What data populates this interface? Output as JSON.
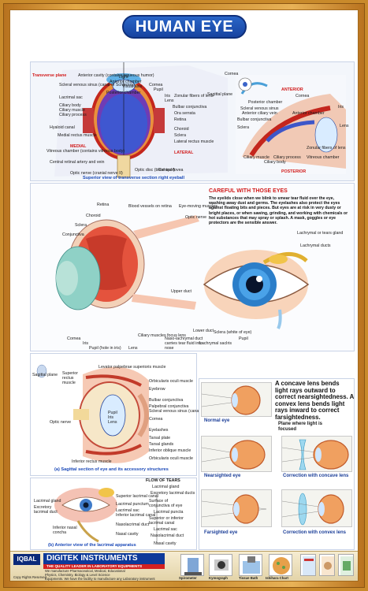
{
  "title": "HUMAN EYE",
  "panel1": {
    "transverse_plane": "Transverse plane",
    "labels_left": [
      "Anterior cavity (contains aqueous humor)",
      "Scleral venous sinus (canal of Schlemm)",
      "Lacrimal sac",
      "Ciliary body",
      "Ciliary muscle",
      "Ciliary process",
      "Hyaloid canal",
      "Medial rectus muscle",
      "Vitreous chamber (contains vitreous body)",
      "Central retinal artery and vein",
      "Optic nerve (cranial nerve II)",
      "Optic disc (blind spot)",
      "Central fovea"
    ],
    "labels_right": [
      "Light",
      "Visual axis",
      "Cornea",
      "Pupil",
      "Anterior chamber",
      "Posterior chamber",
      "Iris",
      "Lens",
      "Zonular fibers of lens",
      "Bulbar conjunctiva",
      "Ora serrata",
      "Retina",
      "Choroid",
      "Sclera",
      "Lateral rectus muscle"
    ],
    "medial": "MEDIAL",
    "lateral": "LATERAL",
    "caption": "Superior view of transverse section right eyeball",
    "sagittal_plane": "Sagittal plane",
    "anterior": "ANTERIOR",
    "posterior": "POSTERIOR",
    "right_labels": [
      "Cornea",
      "Posterior chamber",
      "Scleral venous sinus",
      "Anterior ciliary vein",
      "Bulbar conjunctiva",
      "Sclera",
      "Iris",
      "Anterior chamber",
      "Lens",
      "Zonular fibers of lens",
      "Ciliary body",
      "Ciliary muscle",
      "Ciliary process",
      "Vitreous chamber",
      "Cornea"
    ]
  },
  "panel2": {
    "heading": "CAREFUL WITH THOSE EYES",
    "paragraph": "The eyelids close when we blink to smear tear fluid over the eye, washing away dust and germs. The eyelashes also protect the eyes against floating bits and pieces. But eyes are at risk in very dusty or bright places, or when sawing, grinding, and working with chemicals or hot substances that may spray or splash. A mask, goggles or eye protectors are the sensible answer.",
    "labels": [
      "Retina",
      "Blood vessels on retina",
      "Eye-moving muscles",
      "Choroid",
      "Optic nerve",
      "Sclera",
      "Conjunctiva",
      "Lachrymal or tears gland",
      "Lachrymal ducts",
      "Upper duct",
      "Cornea",
      "Iris",
      "Pupil (hole in iris)",
      "Lens",
      "Ciliary muscles focus lens",
      "Naso-lachrymal duct carries tear fluid into nose",
      "Lower duct",
      "Sclera (white of eye)",
      "Pupil",
      "Iris",
      "Lachrymal sac"
    ]
  },
  "panel3": {
    "labels_left": [
      "Sagittal plane",
      "Superior rectus muscle",
      "Optic nerve",
      "Inferior rectus muscle"
    ],
    "labels_right": [
      "Levator palpebrae superioris muscle",
      "Orbicularis oculi muscle",
      "Eyebrow",
      "Bulbar conjunctiva",
      "Palpebral conjunctiva",
      "Scleral venous sinus (canal of Schlemm)",
      "Cornea",
      "Eyelashes",
      "Tarsal plate",
      "Tarsal glands",
      "Inferior oblique muscle",
      "Orbicularis oculi muscle"
    ],
    "inner_labels": [
      "Pupil",
      "Iris",
      "Lens"
    ],
    "caption": "(a) Sagittal section of eye and its accessory structures"
  },
  "panel4": {
    "labels_left": [
      "Lacrimal gland",
      "Excretory lacrimal duct",
      "Inferior nasal concha"
    ],
    "labels_mid": [
      "Superior lacrimal canal",
      "Lacrimal punctum",
      "Lacrimal sac",
      "Inferior lacrimal canal",
      "Nasolacrimal duct",
      "Nasal cavity"
    ],
    "flow_title": "FLOW OF TEARS",
    "flow": [
      "Lacrimal gland",
      "Excretory lacrimal ducts",
      "Surface of conjunctiva of eye",
      "Lacrimal puncta",
      "Superior or inferior lacrimal canal",
      "Lacrimal sac",
      "Nasolacrimal duct",
      "Nasal cavity"
    ],
    "caption": "(b) Anterior view of the lacrimal apparatus"
  },
  "lenses": {
    "note": "A concave lens bends light rays outward to correct nearsightedness. A convex lens bends light rays inward to correct farsightedness.",
    "plane_note": "Plane where light is focused",
    "captions": [
      "Normal eye",
      "Nearsighted eye",
      "Correction with concave lens",
      "Farsighted eye",
      "Correction with convex lens"
    ]
  },
  "footer": {
    "brand_box": "IQBAL",
    "brand_name": "DIGITEK INSTRUMENTS",
    "tagline": "THE QUALITY LEADER IN LABORATORY EQUIPMENTS",
    "lines": [
      "We manufacture Pharmaceutical, Medical, Educational",
      "Physics, Chemistry, Biology & Level Science",
      "Equipments. We have the facility to manufacture any Laboratory instrument"
    ],
    "copyright": "Copy Rights Reserved",
    "products": [
      "Spirometer",
      "Kymograph",
      "Tissue Bath",
      "Ishihara Chart"
    ]
  },
  "colors": {
    "title_bg": "#1d4fb4",
    "frame": "#d69a3a",
    "accent_red": "#d11a1a",
    "accent_blue": "#1b49b8"
  }
}
